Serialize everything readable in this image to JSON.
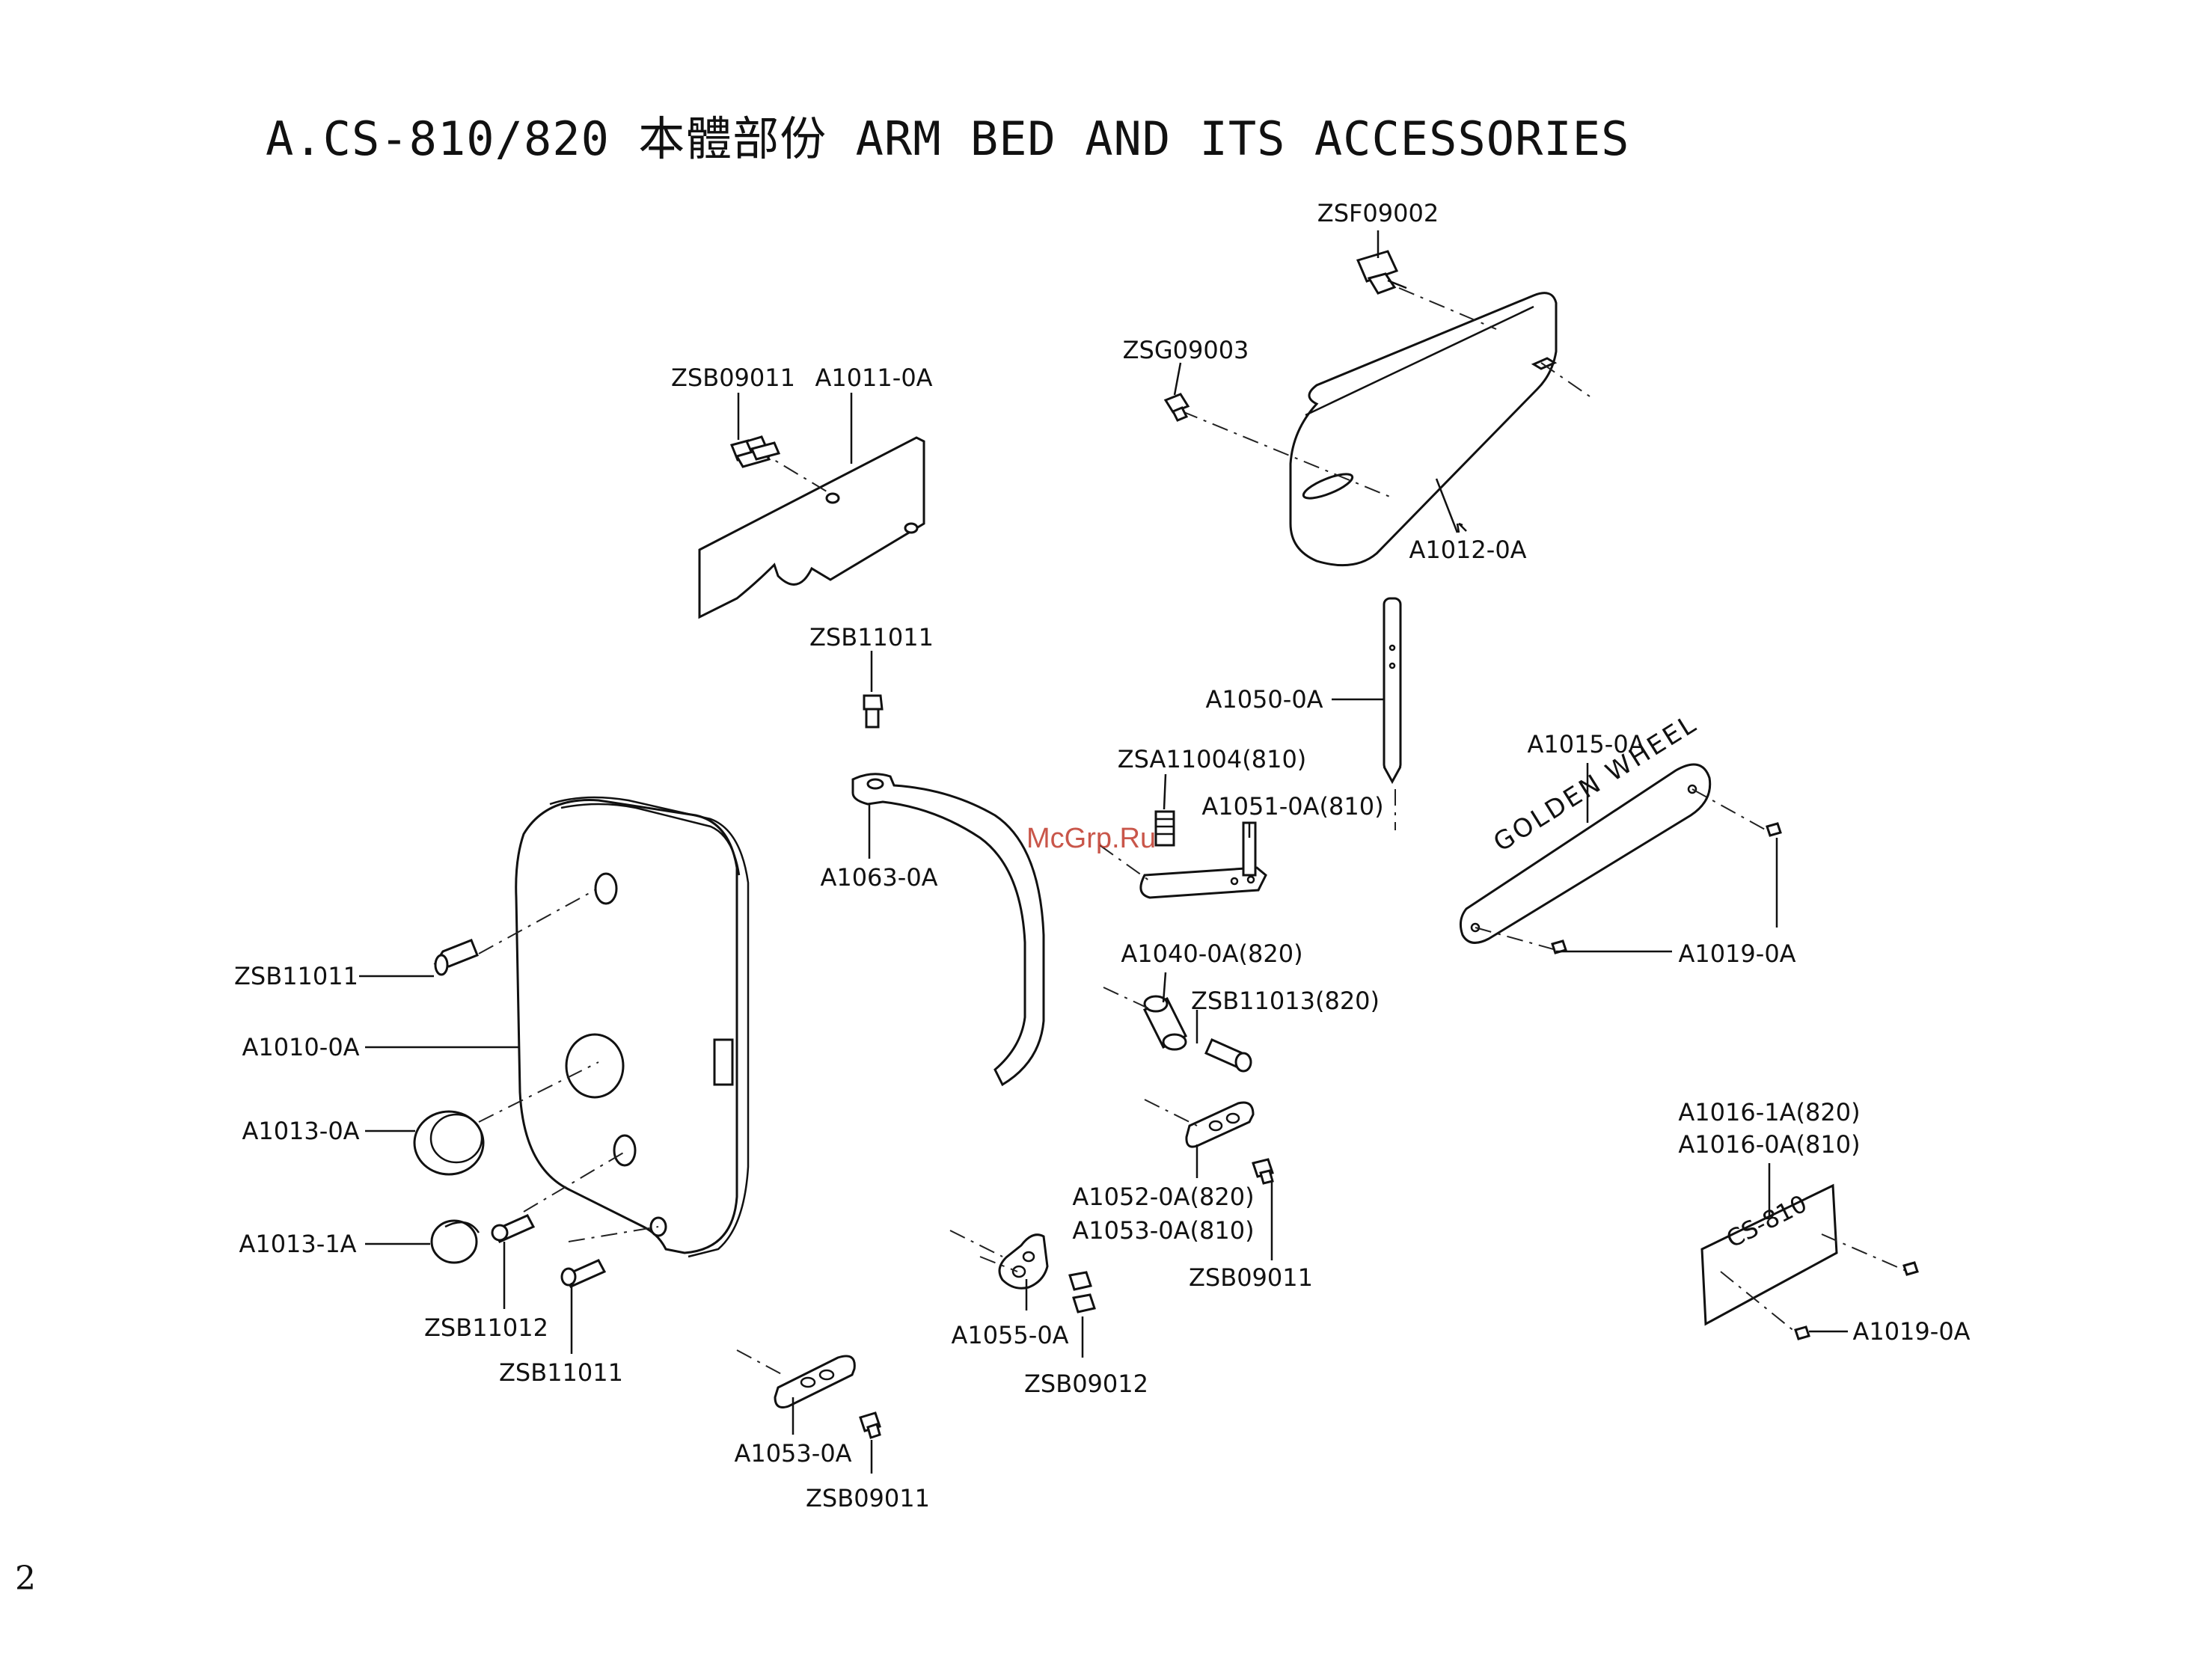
{
  "title": "A.CS-810/820 本體部份 ARM BED AND ITS ACCESSORIES",
  "page_number": "2",
  "watermark": "McGrp.Ru",
  "labels": {
    "zsf09002": "ZSF09002",
    "zsg09003": "ZSG09003",
    "zsb09011_top": "ZSB09011",
    "a1011": "A1011-0A",
    "a1012": "A1012-0A",
    "zsb11011_mid": "ZSB11011",
    "a1050": "A1050-0A",
    "zsa11004": "ZSA11004(810)",
    "a1051": "A1051-0A(810)",
    "a1015": "A1015-0A",
    "a1063": "A1063-0A",
    "zsb11011_left": "ZSB11011",
    "a1010": "A1010-0A",
    "a1013_0a": "A1013-0A",
    "a1013_1a": "A1013-1A",
    "zsb11012": "ZSB11012",
    "zsb11011_bottom": "ZSB11011",
    "a1040": "A1040-0A(820)",
    "zsb11013": "ZSB11013(820)",
    "a1019_top": "A1019-0A",
    "a1052": "A1052-0A(820)",
    "a1053_810": "A1053-0A(810)",
    "zsb09011_mid": "ZSB09011",
    "a1016_1a": "A1016-1A(820)",
    "a1016_0a": "A1016-0A(810)",
    "a1019_bottom": "A1019-0A",
    "a1055": "A1055-0A",
    "zsb09012": "ZSB09012",
    "a1053_bottom": "A1053-0A",
    "zsb09011_bottom": "ZSB09011"
  },
  "plates": {
    "golden_wheel_text": "GOLDEN WHEEL",
    "model_text": "CS-810"
  }
}
